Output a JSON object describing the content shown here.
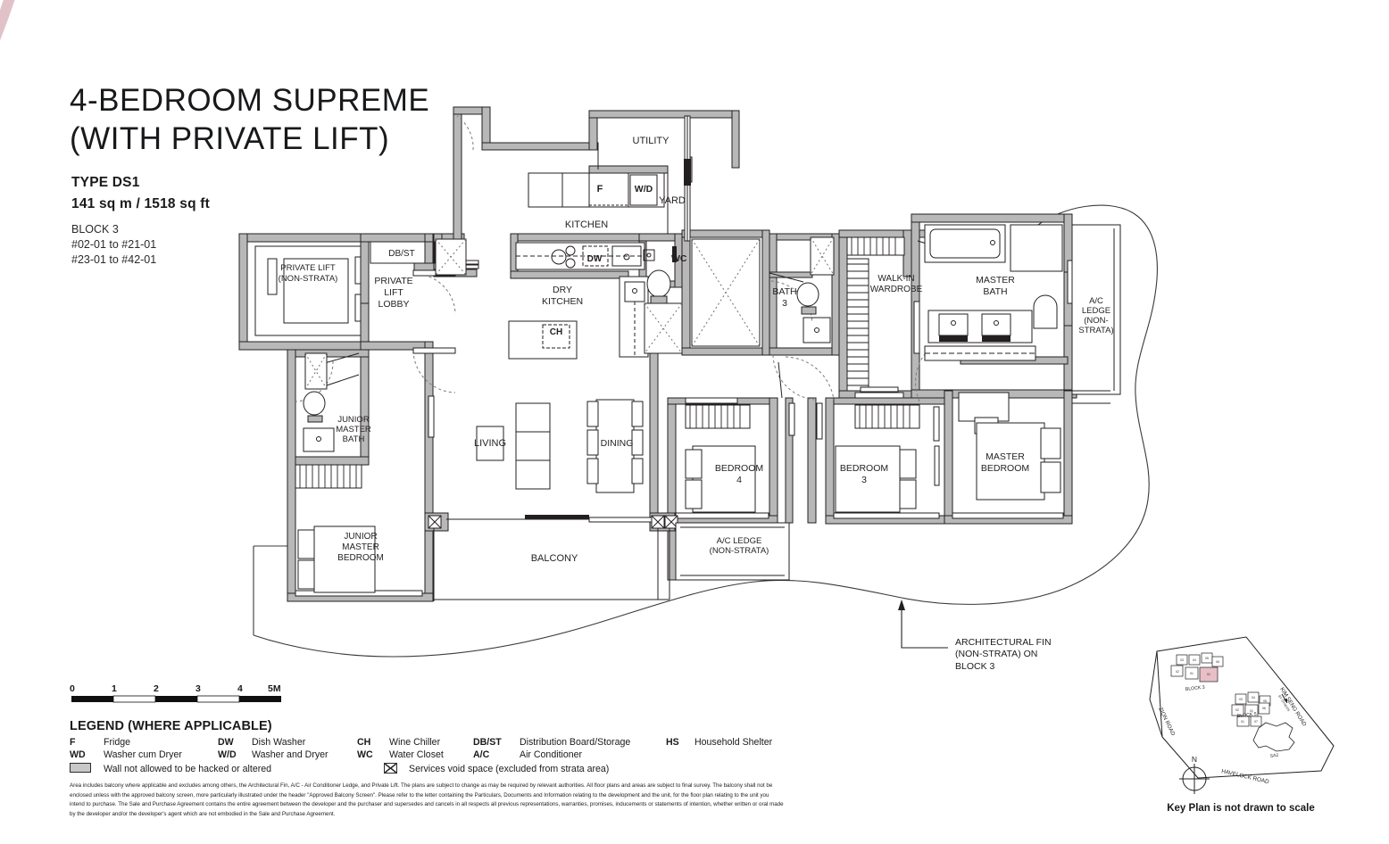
{
  "header": {
    "title_line1": "4-BEDROOM SUPREME",
    "title_line2": "(WITH PRIVATE LIFT)",
    "type": "TYPE DS1",
    "area": "141 sq m / 1518 sq ft",
    "block": "BLOCK 3",
    "units_line1": "#02-01 to #21-01",
    "units_line2": "#23-01 to #42-01"
  },
  "plan": {
    "rooms": [
      {
        "name": "private-lift",
        "label": "PRIVATE LIFT\n(NON-STRATA)"
      },
      {
        "name": "private-lift-lobby",
        "label": "PRIVATE\nLIFT\nLOBBY"
      },
      {
        "name": "db-st",
        "label": "DB/ST"
      },
      {
        "name": "utility",
        "label": "UTILITY"
      },
      {
        "name": "yard",
        "label": "YARD"
      },
      {
        "name": "kitchen",
        "label": "KITCHEN"
      },
      {
        "name": "dry-kitchen",
        "label": "DRY\nKITCHEN"
      },
      {
        "name": "wc",
        "label": "WC"
      },
      {
        "name": "bath-3",
        "label": "BATH\n3"
      },
      {
        "name": "walk-in-wardrobe",
        "label": "WALK-IN\nWARDROBE"
      },
      {
        "name": "master-bath",
        "label": "MASTER\nBATH"
      },
      {
        "name": "ac-ledge-right",
        "label": "A/C\nLEDGE\n(NON-\nSTRATA)"
      },
      {
        "name": "master-bedroom",
        "label": "MASTER\nBEDROOM"
      },
      {
        "name": "bedroom-3",
        "label": "BEDROOM\n3"
      },
      {
        "name": "bedroom-4",
        "label": "BEDROOM\n4"
      },
      {
        "name": "ac-ledge-bottom",
        "label": "A/C LEDGE\n(NON-STRATA)"
      },
      {
        "name": "living",
        "label": "LIVING"
      },
      {
        "name": "dining",
        "label": "DINING"
      },
      {
        "name": "balcony",
        "label": "BALCONY"
      },
      {
        "name": "junior-master-bath",
        "label": "JUNIOR\nMASTER\nBATH"
      },
      {
        "name": "junior-master-bedroom",
        "label": "JUNIOR\nMASTER\nBEDROOM"
      }
    ],
    "appliances": [
      {
        "name": "fridge",
        "label": "F"
      },
      {
        "name": "washer-dryer",
        "label": "W/D"
      },
      {
        "name": "dish-washer",
        "label": "DW"
      },
      {
        "name": "wine-chiller",
        "label": "CH"
      }
    ],
    "annotation": {
      "fin_line1": "ARCHITECTURAL FIN",
      "fin_line2": "(NON-STRATA) ON",
      "fin_line3": "BLOCK 3"
    }
  },
  "scalebar": {
    "ticks": [
      "0",
      "1",
      "2",
      "3",
      "4",
      "5M"
    ],
    "segments": 5
  },
  "legend": {
    "title": "LEGEND (WHERE APPLICABLE)",
    "rows": [
      [
        {
          "key": "F",
          "text": "Fridge"
        },
        {
          "key": "DW",
          "text": "Dish Washer"
        },
        {
          "key": "CH",
          "text": "Wine Chiller"
        },
        {
          "key": "DB/ST",
          "text": "Distribution Board/Storage"
        },
        {
          "key": "HS",
          "text": "Household Shelter"
        }
      ],
      [
        {
          "key": "WD",
          "text": "Washer cum Dryer"
        },
        {
          "key": "W/D",
          "text": "Washer and Dryer"
        },
        {
          "key": "WC",
          "text": "Water Closet"
        },
        {
          "key": "A/C",
          "text": "Air Conditioner"
        }
      ],
      [
        {
          "key": "swatch-icon",
          "text": "Wall not allowed to be hacked or altered"
        },
        {
          "key": "void-icon",
          "text": "Services void space (excluded from strata area)"
        }
      ]
    ]
  },
  "disclaimer": "Area includes balcony where applicable and excludes among others, the Architectural Fin, A/C - Air Conditioner Ledge, and Private Lift. The plans are subject to change as may be required by relevant authorities. All floor plans and areas are subject to final survey. The balcony shall not be enclosed unless with the approved balcony screen, more particularly illustrated under the header \"Approved Balcony Screen\". Please refer to the letter containing the Particulars, Documents and Information relating to the development and the unit, for the floor plan relating to the unit you intend to purchase. The Sale and Purchase Agreement contains the entire agreement between the developer and the purchaser and supersedes and cancels in all respects all previous representations, warranties, promises, inducements or statements of intention, whether written or oral made by the developer and/or the developer's agent which are not embodied in the Sale and Purchase Agreement.",
  "keyplan": {
    "caption": "Key Plan is not drawn to scale",
    "roads": [
      "ZION ROAD",
      "KIM SENG ROAD",
      "HAVELOCK ROAD"
    ],
    "road_extra": "BY OTHERS",
    "blocks": [
      "BLOCK 3",
      "BLOCK 5"
    ],
    "site_label": "SA2",
    "north": "N",
    "highlight_color": "#e8bfc6"
  },
  "colors": {
    "wall": "#b8b8b8",
    "wall_stroke": "#231f20",
    "line": "#231f20",
    "thin_line": "#3a3a3a",
    "deco_pink": "#d9b3bb",
    "deco_pink_light": "#e8cdd3"
  }
}
